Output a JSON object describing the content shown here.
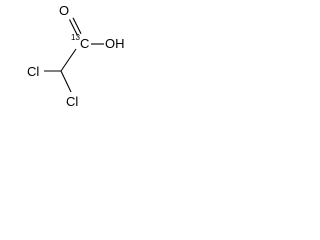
{
  "molecule": {
    "atoms": {
      "oxygen_carbonyl": "O",
      "carbon_isotope_mass": "13",
      "carbon_labeled": "C",
      "hydroxyl": "OH",
      "chlorine_left": "Cl",
      "chlorine_right": "Cl"
    }
  }
}
